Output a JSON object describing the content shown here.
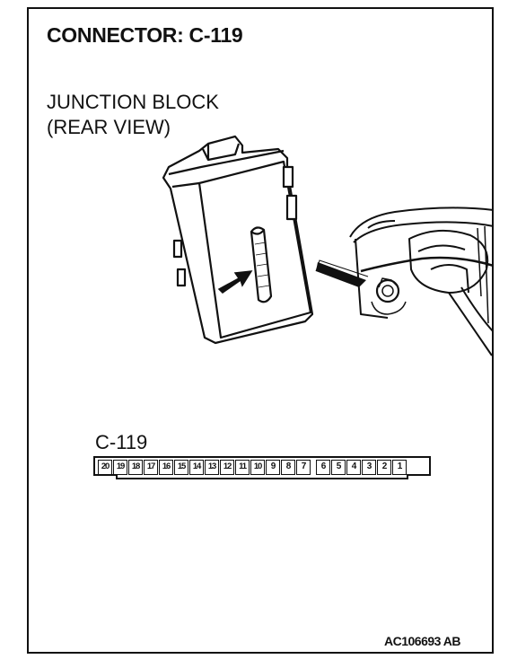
{
  "title": "CONNECTOR: C-119",
  "block_label": [
    "JUNCTION BLOCK",
    "(REAR VIEW)"
  ],
  "connector_label": "C-119",
  "pins": [
    "20",
    "19",
    "18",
    "17",
    "16",
    "15",
    "14",
    "13",
    "12",
    "11",
    "10",
    "9",
    "8",
    "7",
    "6",
    "5",
    "4",
    "3",
    "2",
    "1"
  ],
  "drawing_code": "AC106693 AB"
}
